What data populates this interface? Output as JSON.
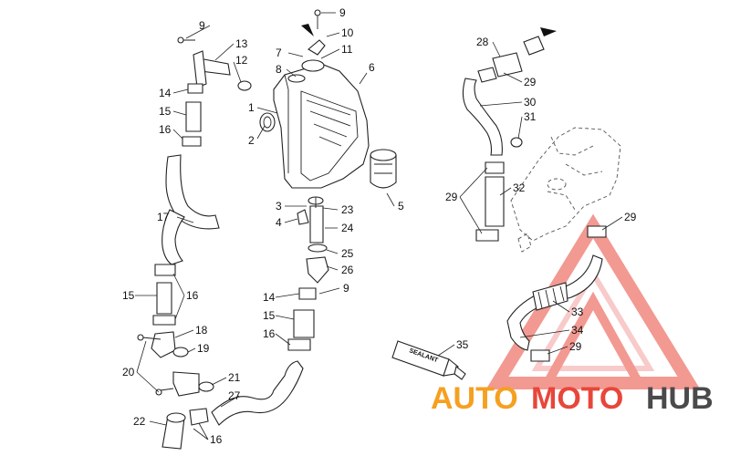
{
  "diagram": {
    "callouts": [
      {
        "id": "c9a",
        "label": "9"
      },
      {
        "id": "c13",
        "label": "13"
      },
      {
        "id": "c12",
        "label": "12"
      },
      {
        "id": "c14a",
        "label": "14"
      },
      {
        "id": "c15a",
        "label": "15"
      },
      {
        "id": "c16a",
        "label": "16"
      },
      {
        "id": "c1",
        "label": "1"
      },
      {
        "id": "c2",
        "label": "2"
      },
      {
        "id": "c9b",
        "label": "9"
      },
      {
        "id": "c10",
        "label": "10"
      },
      {
        "id": "c7",
        "label": "7"
      },
      {
        "id": "c11",
        "label": "11"
      },
      {
        "id": "c8",
        "label": "8"
      },
      {
        "id": "c6",
        "label": "6"
      },
      {
        "id": "c5",
        "label": "5"
      },
      {
        "id": "c17",
        "label": "17"
      },
      {
        "id": "c3",
        "label": "3"
      },
      {
        "id": "c4",
        "label": "4"
      },
      {
        "id": "c23",
        "label": "23"
      },
      {
        "id": "c24",
        "label": "24"
      },
      {
        "id": "c25",
        "label": "25"
      },
      {
        "id": "c26",
        "label": "26"
      },
      {
        "id": "c9c",
        "label": "9"
      },
      {
        "id": "c15b",
        "label": "15"
      },
      {
        "id": "c16b",
        "label": "16"
      },
      {
        "id": "c14b",
        "label": "14"
      },
      {
        "id": "c15c",
        "label": "15"
      },
      {
        "id": "c16c",
        "label": "16"
      },
      {
        "id": "c18",
        "label": "18"
      },
      {
        "id": "c19",
        "label": "19"
      },
      {
        "id": "c20",
        "label": "20"
      },
      {
        "id": "c21",
        "label": "21"
      },
      {
        "id": "c27",
        "label": "27"
      },
      {
        "id": "c22",
        "label": "22"
      },
      {
        "id": "c16d",
        "label": "16"
      },
      {
        "id": "c28",
        "label": "28"
      },
      {
        "id": "c29a",
        "label": "29"
      },
      {
        "id": "c30",
        "label": "30"
      },
      {
        "id": "c31",
        "label": "31"
      },
      {
        "id": "c29b",
        "label": "29"
      },
      {
        "id": "c32",
        "label": "32"
      },
      {
        "id": "c29c",
        "label": "29"
      },
      {
        "id": "c33",
        "label": "33"
      },
      {
        "id": "c34",
        "label": "34"
      },
      {
        "id": "c29d",
        "label": "29"
      },
      {
        "id": "c35",
        "label": "35"
      }
    ],
    "sealant_label": "SEALANT"
  },
  "watermark": {
    "auto": "AUTO",
    "moto": "MOTO",
    "hub": "HUB",
    "colors": {
      "auto": "#f5a020",
      "moto": "#e8463a",
      "hub": "#4a4a4a",
      "triangle": "#e8463a"
    }
  }
}
